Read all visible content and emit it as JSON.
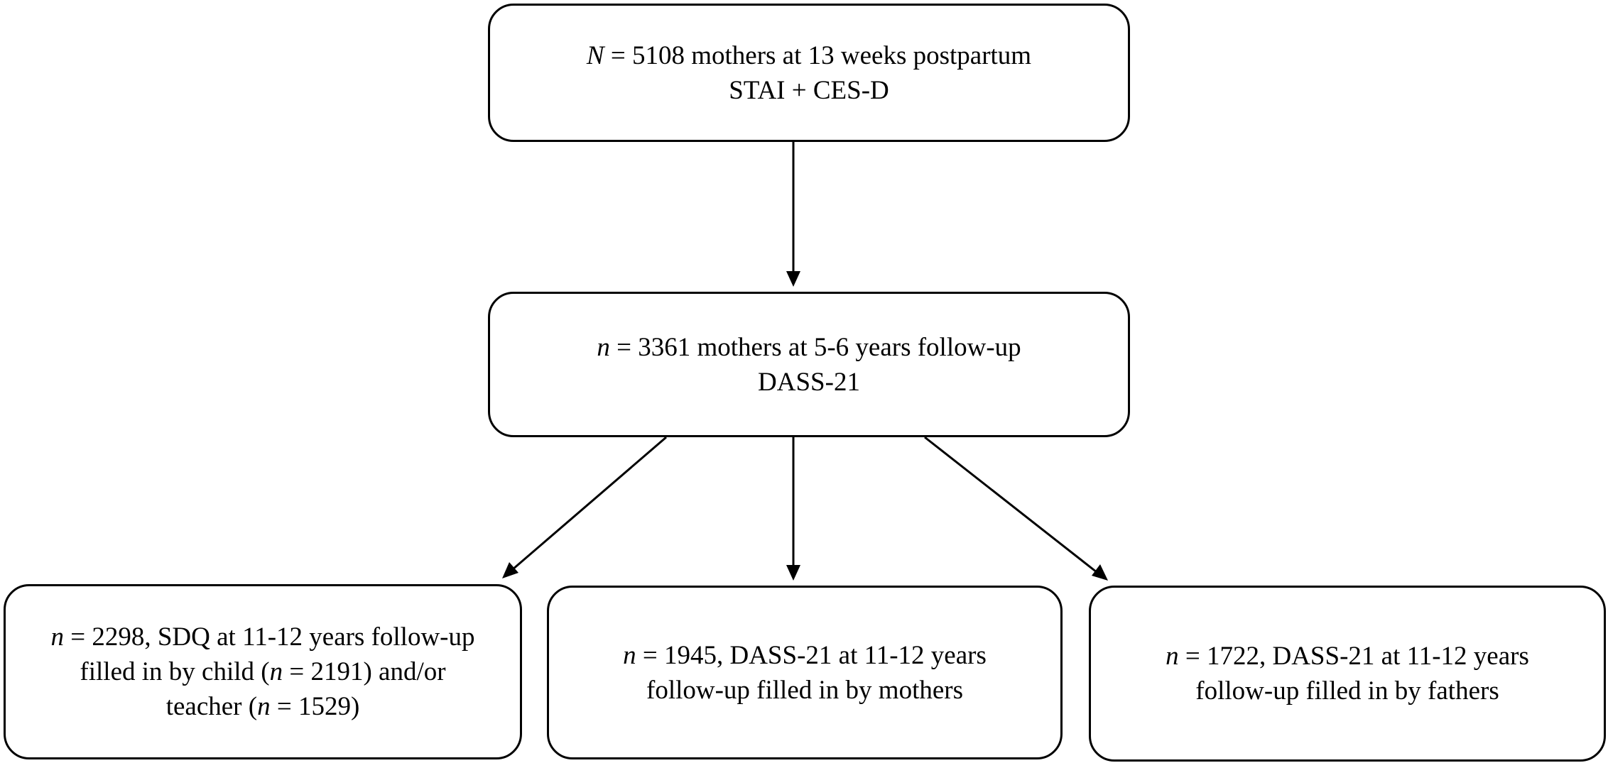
{
  "diagram": {
    "top": {
      "line1": {
        "italic": "N",
        "rest": " = 5108 mothers at 13 weeks postpartum"
      },
      "line2": "STAI + CES-D"
    },
    "middle": {
      "line1": {
        "italic": "n",
        "rest": " = 3361 mothers at 5-6 years follow-up"
      },
      "line2": "DASS-21"
    },
    "left": {
      "line1": {
        "italic": "n",
        "rest": " = 2298, SDQ at 11-12 years follow-up"
      },
      "line2": {
        "before": "filled in by child (",
        "italic": "n",
        "after": " = 2191) and/or"
      },
      "line3": {
        "before": "teacher (",
        "italic": "n",
        "after": " = 1529)"
      }
    },
    "center": {
      "line1": {
        "italic": "n",
        "rest": " = 1945, DASS-21 at 11-12 years"
      },
      "line2": "follow-up filled in by mothers"
    },
    "right": {
      "line1": {
        "italic": "n",
        "rest": " = 1722, DASS-21 at 11-12 years"
      },
      "line2": "follow-up filled in by fathers"
    }
  }
}
